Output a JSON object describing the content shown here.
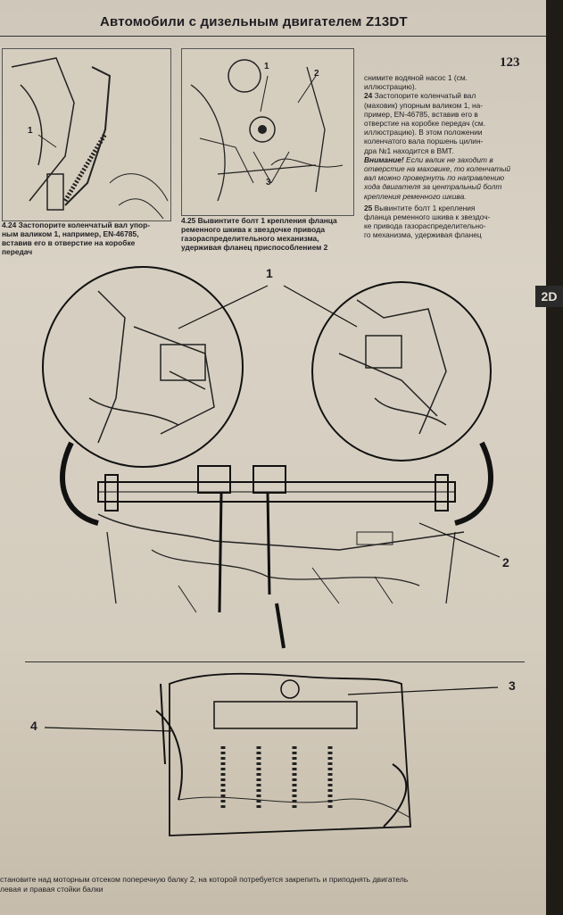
{
  "header": {
    "title": "Автомобили с дизельным двигателем Z13DT",
    "page_number": "123",
    "section_tab": "2D"
  },
  "fig_424": {
    "label": "1",
    "caption_lines": [
      "4.24 Застопорите коленчатый вал упор-",
      "ным валиком 1, например, EN-46785,",
      "вставив его в отверстие на коробке",
      "передач"
    ]
  },
  "fig_425": {
    "labels": [
      "1",
      "2",
      "3"
    ],
    "caption_lines": [
      "4.25 Вывинтите болт 1 крепления фланца",
      "ременного шкива к звездочке привода",
      "газораспределительного механизма,",
      "удерживая фланец приспособлением 2"
    ]
  },
  "right_column": {
    "lines_a": [
      "снимите водяной насос 1 (см.",
      "иллюстрацию)."
    ],
    "step24_num": "24",
    "lines_b": [
      "Застопорите коленчатый вал",
      "(маховик) упорным валиком 1, на-",
      "пример, EN-46785, вставив его в",
      "отверстие на коробке передач (см.",
      "иллюстрацию). В этом положении",
      "коленчатого вала поршень цилин-",
      "дра №1 находится в ВМТ."
    ],
    "warning_label": "Внимание!",
    "warning_lines": [
      "Если валик не заходит в",
      "отверстие на маховике, то коленчатый",
      "вал можно провернуть по направлению",
      "хода двигателя за центральный болт",
      "крепления ременного шкива."
    ],
    "step25_num": "25",
    "lines_c": [
      "Вывинтите болт 1 крепления",
      "фланца ременного шкива к звездоч-",
      "ке привода газораспределительно-",
      "го механизма, удерживая фланец"
    ]
  },
  "big_figure": {
    "labels": [
      "1",
      "2",
      "3",
      "4"
    ]
  },
  "bottom_caption": [
    "становите над моторным отсеком поперечную балку 2, на которой потребуется закрепить и приподнять двигатель",
    "левая и правая стойки балки"
  ]
}
